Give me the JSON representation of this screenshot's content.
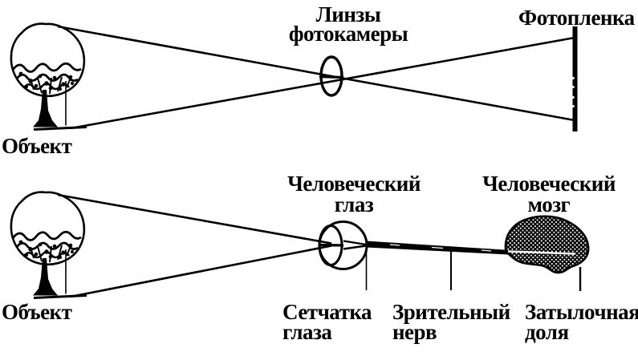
{
  "colors": {
    "ink": "#000000",
    "background": "#ffffff"
  },
  "camera_diagram": {
    "object_label": "Объект",
    "lens_label": "Линзы\nфотокамеры",
    "film_label": "Фотопленка"
  },
  "eye_diagram": {
    "object_label": "Объект",
    "eye_label": "Человеческий\nглаз",
    "brain_label": "Человеческий\nмозг",
    "retina_label": "Сетчатка\nглаза",
    "optic_nerve_label": "Зрительный\nнерв",
    "occipital_lobe_label": "Затылочная\nдоля"
  },
  "shapes": {
    "tree": "object-tree",
    "lens": "camera-lens",
    "film": "film-plane",
    "eye": "human-eye",
    "nerve": "optic-nerve",
    "brain": "human-brain"
  }
}
